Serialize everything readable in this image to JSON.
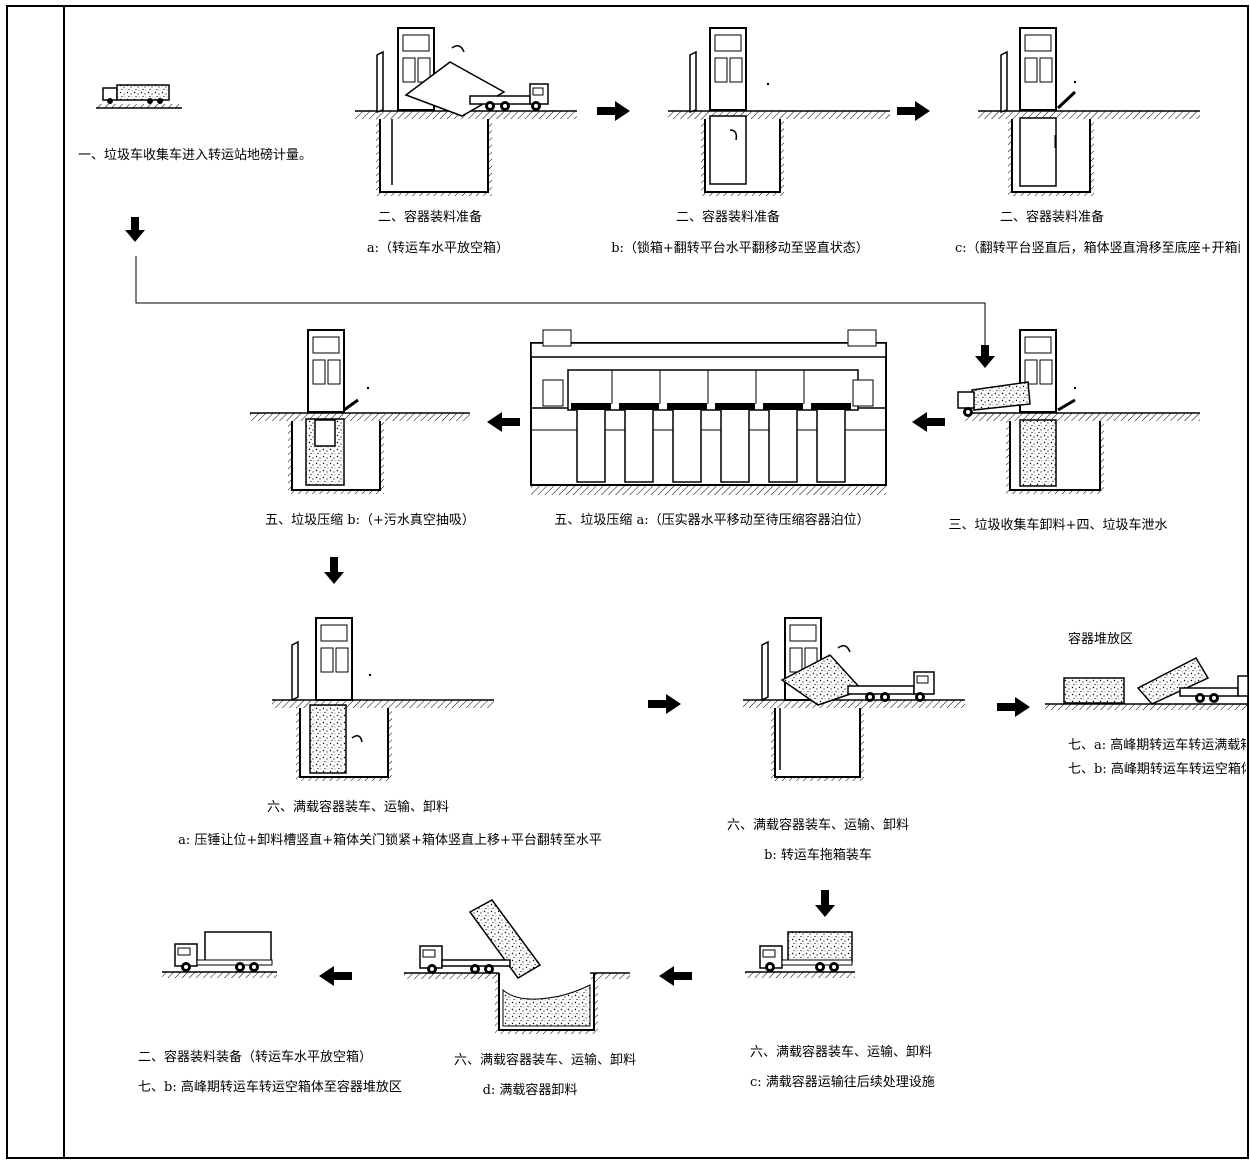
{
  "steps": {
    "s1": {
      "line1": "一、垃圾车收集车进入转运站地磅计量。"
    },
    "s2a": {
      "line1": "二、容器装料准备",
      "line2": "a:（转运车水平放空箱）"
    },
    "s2b": {
      "line1": "二、容器装料准备",
      "line2": "b:（锁箱+翻转平台水平翻移动至竖直状态）"
    },
    "s2c": {
      "line1": "二、容器装料准备",
      "line2": "c:（翻转平台竖直后，箱体竖直滑移至底座+开箱门+卸料溜槽水平放"
    },
    "s5b": {
      "line1": "五、垃圾压缩 b:（+污水真空抽吸）"
    },
    "s5a": {
      "line1": "五、垃圾压缩 a:（压实器水平移动至待压缩容器泊位）"
    },
    "s34": {
      "line1": "三、垃圾收集车卸料+四、垃圾车泄水"
    },
    "s6a": {
      "line1": "六、满载容器装车、运输、卸料",
      "line2": "a: 压锤让位+卸料槽竖直+箱体关门锁紧+箱体竖直上移+平台翻转至水平"
    },
    "s6b": {
      "line1": "六、满载容器装车、运输、卸料",
      "line2": "b: 转运车拖箱装车"
    },
    "storage": {
      "title": "容器堆放区",
      "line1": "七、a: 高峰期转运车转运满载箱体至容器",
      "line2": "七、b: 高峰期转运车转运空箱体至容器堆"
    },
    "s6c": {
      "line1": "六、满载容器装车、运输、卸料",
      "line2": "c: 满载容器运输往后续处理设施"
    },
    "s6d": {
      "line1": "六、满载容器装车、运输、卸料",
      "line2": "d: 满载容器卸料"
    },
    "s2final": {
      "line1": "二、容器装料装备（转运车水平放空箱）",
      "line2": "七、b: 高峰期转运车转运空箱体至容器堆放区"
    }
  }
}
